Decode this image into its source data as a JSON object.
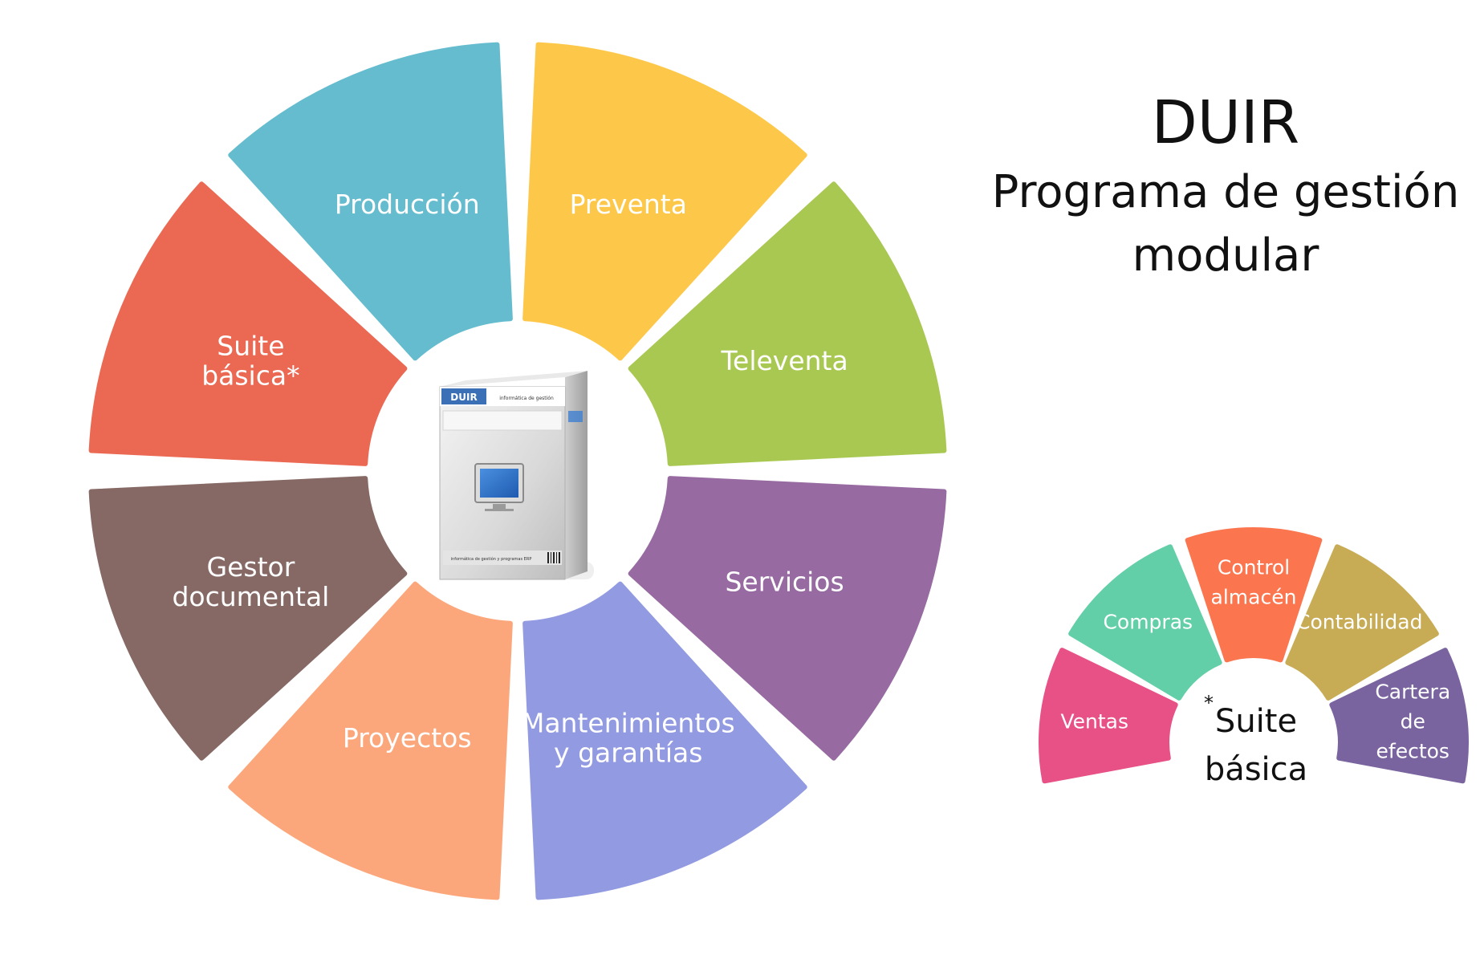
{
  "heading": {
    "title": "DUIR",
    "subtitle_line1": "Programa de gestión",
    "subtitle_line2": "modular"
  },
  "main_wheel": {
    "modules": [
      {
        "lines": [
          "Producción"
        ],
        "color": "#64BCCE"
      },
      {
        "lines": [
          "Preventa"
        ],
        "color": "#FDC84A"
      },
      {
        "lines": [
          "Televenta"
        ],
        "color": "#A9C852"
      },
      {
        "lines": [
          "Servicios"
        ],
        "color": "#976AA1"
      },
      {
        "lines": [
          "Mantenimientos",
          "y garantías"
        ],
        "color": "#929AE1"
      },
      {
        "lines": [
          "Proyectos"
        ],
        "color": "#FCA77B"
      },
      {
        "lines": [
          "Gestor",
          "documental"
        ],
        "color": "#866965"
      },
      {
        "lines": [
          "Suite",
          "básica*"
        ],
        "color": "#EB6852"
      }
    ]
  },
  "product_box": {
    "brand": "DUIR",
    "top_text": "informática de gestión",
    "bottom_text": "informática de gestión y programas ERP"
  },
  "suite_wheel": {
    "center_asterisk": "*",
    "center_line1": "Suite",
    "center_line2": "básica",
    "modules": [
      {
        "lines": [
          "Ventas"
        ],
        "color": "#E75186"
      },
      {
        "lines": [
          "Compras"
        ],
        "color": "#62CFA8"
      },
      {
        "lines": [
          "Control",
          "almacén"
        ],
        "color": "#FB754F"
      },
      {
        "lines": [
          "Contabilidad"
        ],
        "color": "#C8AC55"
      },
      {
        "lines": [
          "Cartera",
          "de",
          "efectos"
        ],
        "color": "#7A649F"
      }
    ]
  }
}
